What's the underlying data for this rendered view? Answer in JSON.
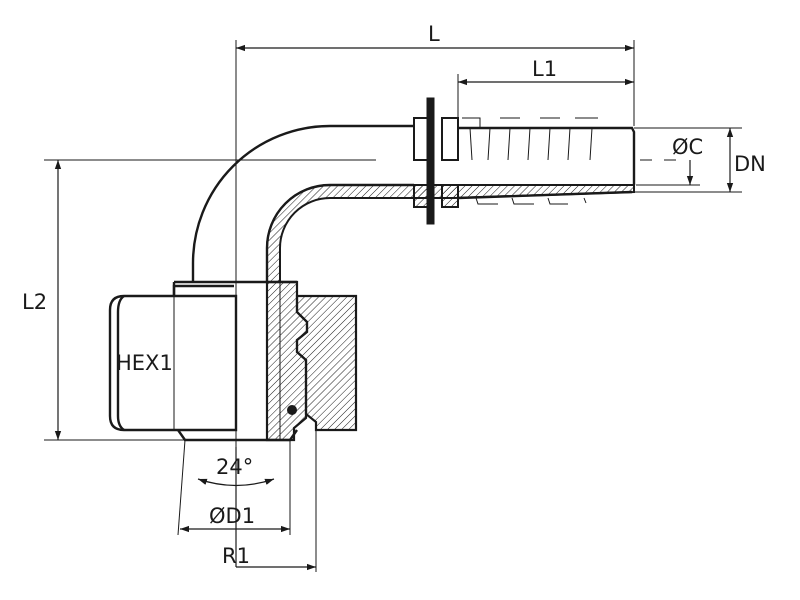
{
  "labels": {
    "L": "L",
    "L1": "L1",
    "L2": "L2",
    "OC": "ØC",
    "DN": "DN",
    "HEX1": "HEX1",
    "angle": "24°",
    "OD1": "ØD1",
    "R1": "R1"
  }
}
